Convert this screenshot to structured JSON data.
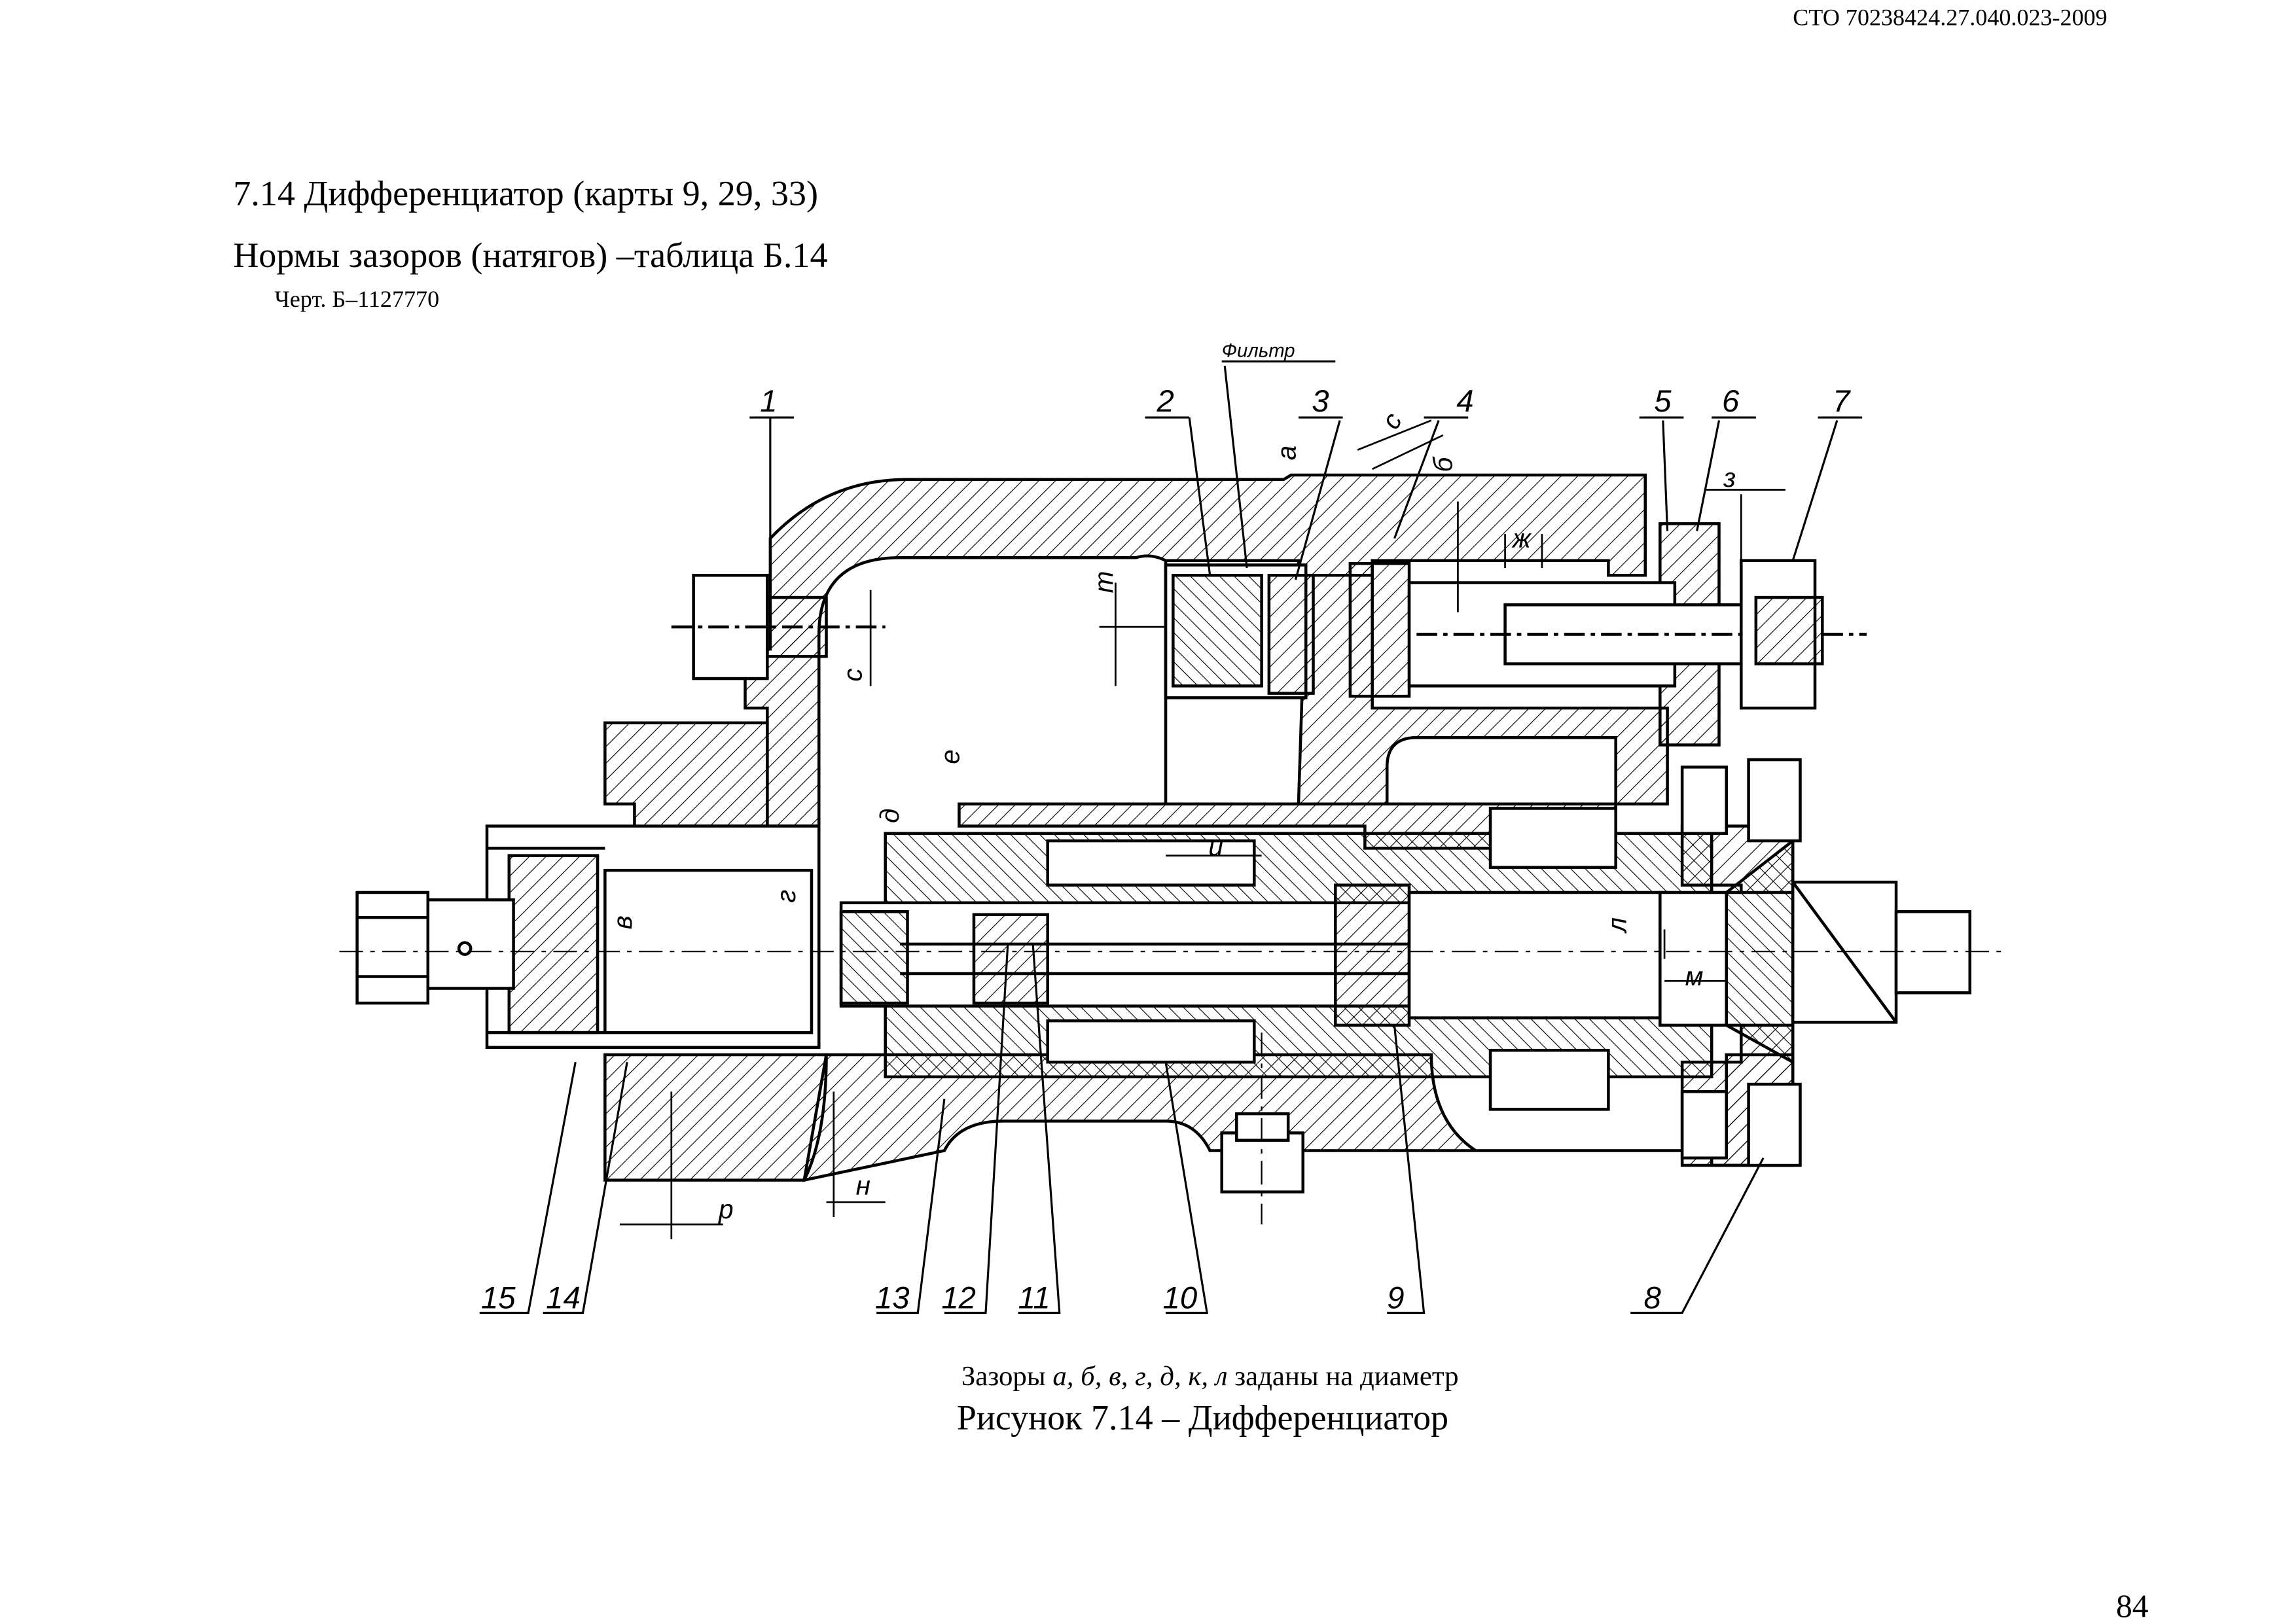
{
  "header": {
    "doc_code": "СТО 70238424.27.040.023-2009"
  },
  "section": {
    "title": "7.14 Дифференциатор (карты 9, 29, 33)",
    "norms": "Нормы зазоров (натягов) –таблица Б.14",
    "drawing": "Черт. Б–1127770"
  },
  "figure": {
    "callouts": [
      "1",
      "2",
      "3",
      "4",
      "5",
      "6",
      "7",
      "8",
      "9",
      "10",
      "11",
      "12",
      "13",
      "14",
      "15"
    ],
    "filter_label": "Фильтр",
    "gap_letters": {
      "a": "а",
      "b": "б",
      "v": "в",
      "g": "г",
      "d": "д",
      "e": "е",
      "zh": "ж",
      "z": "з",
      "i": "и",
      "l": "л",
      "m": "м",
      "n": "н",
      "r": "р",
      "s": "с",
      "t": "т"
    },
    "caption_prefix": "Зазоры ",
    "caption_letters": "а, б, в, г, д, к, л",
    "caption_suffix": " заданы на диаметр",
    "title": "Рисунок 7.14 – Дифференциатор"
  },
  "footer": {
    "page_number": "84"
  }
}
